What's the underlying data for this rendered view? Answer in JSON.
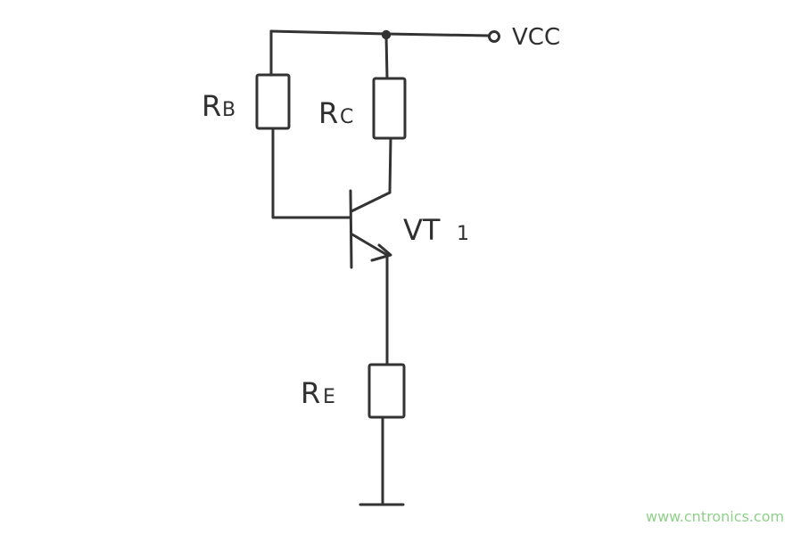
{
  "diagram": {
    "labels": {
      "vcc": "VCC",
      "rb_main": "R",
      "rb_sub": "B",
      "rc_main": "R",
      "rc_sub": "C",
      "vt_main": "VT",
      "vt_sub": "1",
      "re_main": "R",
      "re_sub": "E"
    },
    "watermark": "www.cntronics.com",
    "colors": {
      "line": "#333333",
      "text": "#2f2f2f",
      "watermark": "#8fd08a",
      "background": "#ffffff"
    }
  }
}
